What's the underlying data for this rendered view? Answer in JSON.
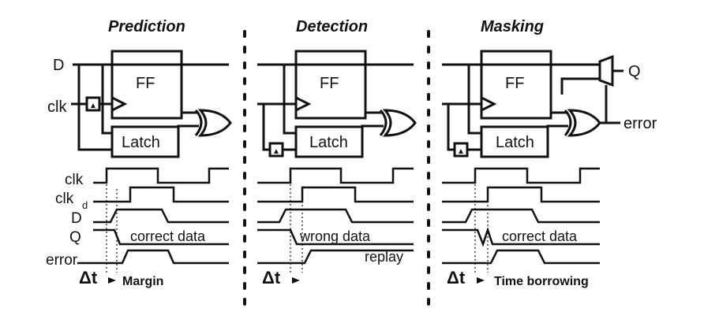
{
  "panels": [
    {
      "title": "Prediction",
      "ff_label": "FF",
      "latch_label": "Latch",
      "inputs": {
        "d": "D",
        "clk": "clk"
      },
      "outputs": {},
      "delay_mark": "▲",
      "waves": {
        "q_note": "correct data",
        "extra_note": ""
      },
      "bottom": {
        "delta": "Δt",
        "note": "Margin"
      }
    },
    {
      "title": "Detection",
      "ff_label": "FF",
      "latch_label": "Latch",
      "inputs": {},
      "outputs": {},
      "delay_mark": "▲",
      "waves": {
        "q_note": "wrong data",
        "extra_note": "replay"
      },
      "bottom": {
        "delta": "Δt",
        "note": ""
      }
    },
    {
      "title": "Masking",
      "ff_label": "FF",
      "latch_label": "Latch",
      "inputs": {},
      "outputs": {
        "q": "Q",
        "error": "error"
      },
      "delay_mark": "▲",
      "waves": {
        "q_note": "correct data",
        "extra_note": ""
      },
      "bottom": {
        "delta": "Δt",
        "note": "Time borrowing"
      }
    }
  ],
  "wave_labels": {
    "clk": "clk",
    "clkd_main": "clk",
    "clkd_sub": "d",
    "d": "D",
    "q": "Q",
    "error": "error"
  }
}
